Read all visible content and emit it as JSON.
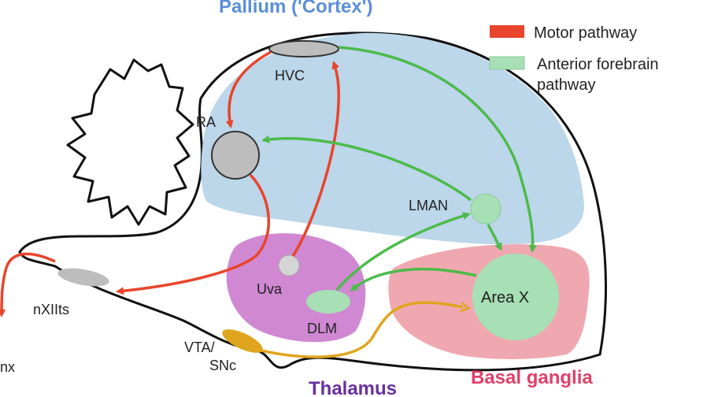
{
  "regions": {
    "pallium": "Pallium  ('Cortex')",
    "thalamus": "Thalamus",
    "basal_ganglia": "Basal ganglia"
  },
  "nuclei": {
    "hvc": "HVC",
    "ra": "RA",
    "lman": "LMAN",
    "area_x": "Area X",
    "uva": "Uva",
    "dlm": "DLM",
    "nxiits": "nXIIts",
    "vta_line1": "VTA/",
    "vta_line2": "SNc",
    "syrinx_fragment": "nx"
  },
  "legend": {
    "motor": "Motor pathway",
    "afp_line1": "Anterior  forebrain",
    "afp_line2": "pathway"
  },
  "colors": {
    "motor": "#e8452c",
    "afp": "#4cbb4a",
    "dopamine": "#e0a51e",
    "pallium_fill": "#bcd6ea",
    "thalamus_fill": "#d088d2",
    "basal_ganglia_fill": "#f0a8b0",
    "area_x_fill": "#a6e0b4",
    "pallium_title": "#5b8fd6",
    "thalamus_title": "#6a2fa0",
    "basal_ganglia_title": "#e0406a"
  }
}
